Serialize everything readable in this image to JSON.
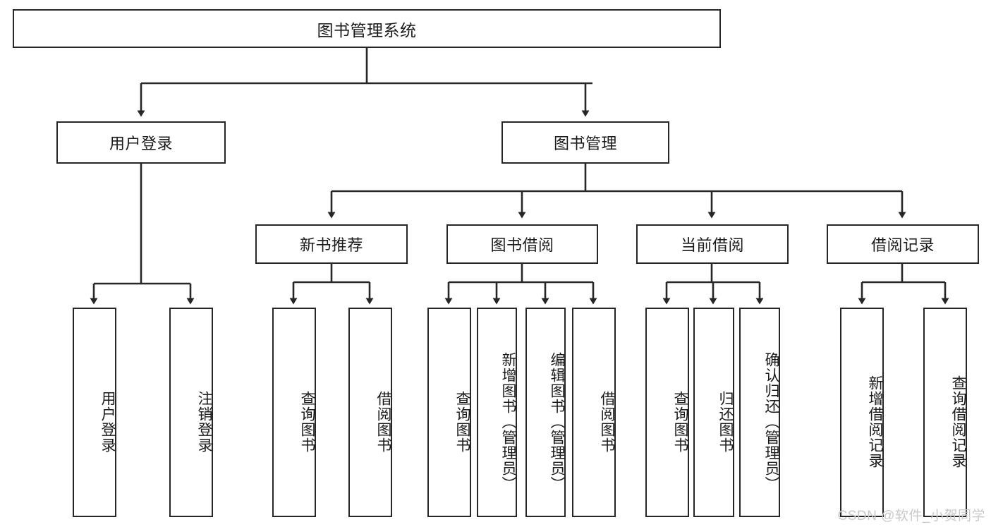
{
  "diagram": {
    "title": "图书管理系统",
    "type": "tree-hierarchy-diagram",
    "colors": {
      "stroke": "#262626",
      "fill": "#ffffff",
      "text": "#1a1a1a",
      "watermark": "#c9c9c9"
    },
    "levels": {
      "root": {
        "label": "图书管理系统"
      },
      "level2": [
        {
          "label": "用户登录"
        },
        {
          "label": "图书管理"
        }
      ],
      "level3": [
        {
          "label": "新书推荐"
        },
        {
          "label": "图书借阅"
        },
        {
          "label": "当前借阅"
        },
        {
          "label": "借阅记录"
        }
      ],
      "leaves": {
        "user_login": [
          {
            "label": "用户登录"
          },
          {
            "label": "注销登录"
          }
        ],
        "new_book_recommend": [
          {
            "label": "查询图书"
          },
          {
            "label": "借阅图书"
          }
        ],
        "book_borrow": [
          {
            "label": "查询图书"
          },
          {
            "label": "新增图书（管理员）"
          },
          {
            "label": "编辑图书（管理员）"
          },
          {
            "label": "借阅图书"
          }
        ],
        "current_borrow": [
          {
            "label": "查询图书"
          },
          {
            "label": "归还图书"
          },
          {
            "label": "确认归还（管理员）"
          }
        ],
        "borrow_record": [
          {
            "label": "新增借阅记录"
          },
          {
            "label": "查询借阅记录"
          }
        ]
      }
    },
    "watermark": "CSDN @软件_小贺同学"
  }
}
